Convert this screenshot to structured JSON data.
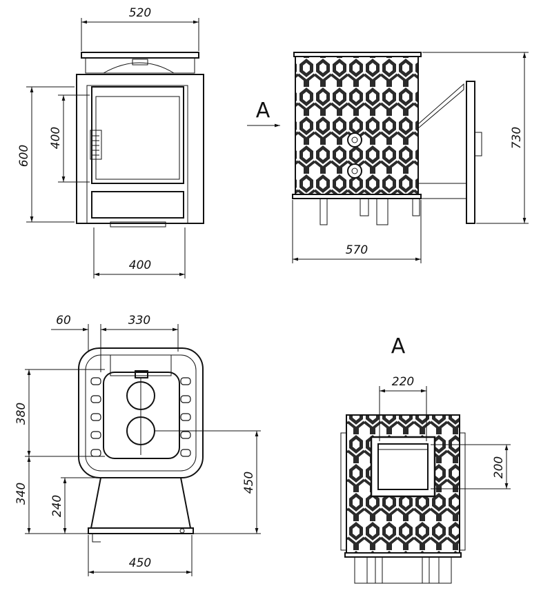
{
  "dimensions": {
    "front_top_width": "520",
    "front_height": "600",
    "door_height": "400",
    "front_bottom_width": "400",
    "side_height": "730",
    "side_width": "570",
    "top_offset": "60",
    "top_width": "330",
    "top_depth": "380",
    "top_rear": "340",
    "top_pipe": "240",
    "top_side": "450",
    "top_bottom_width": "450",
    "rear_window_width": "220",
    "rear_window_height": "200"
  },
  "labels": {
    "view_arrow": "A",
    "view_title": "A"
  },
  "colors": {
    "ink": "#111111",
    "pattern": "#333333"
  }
}
